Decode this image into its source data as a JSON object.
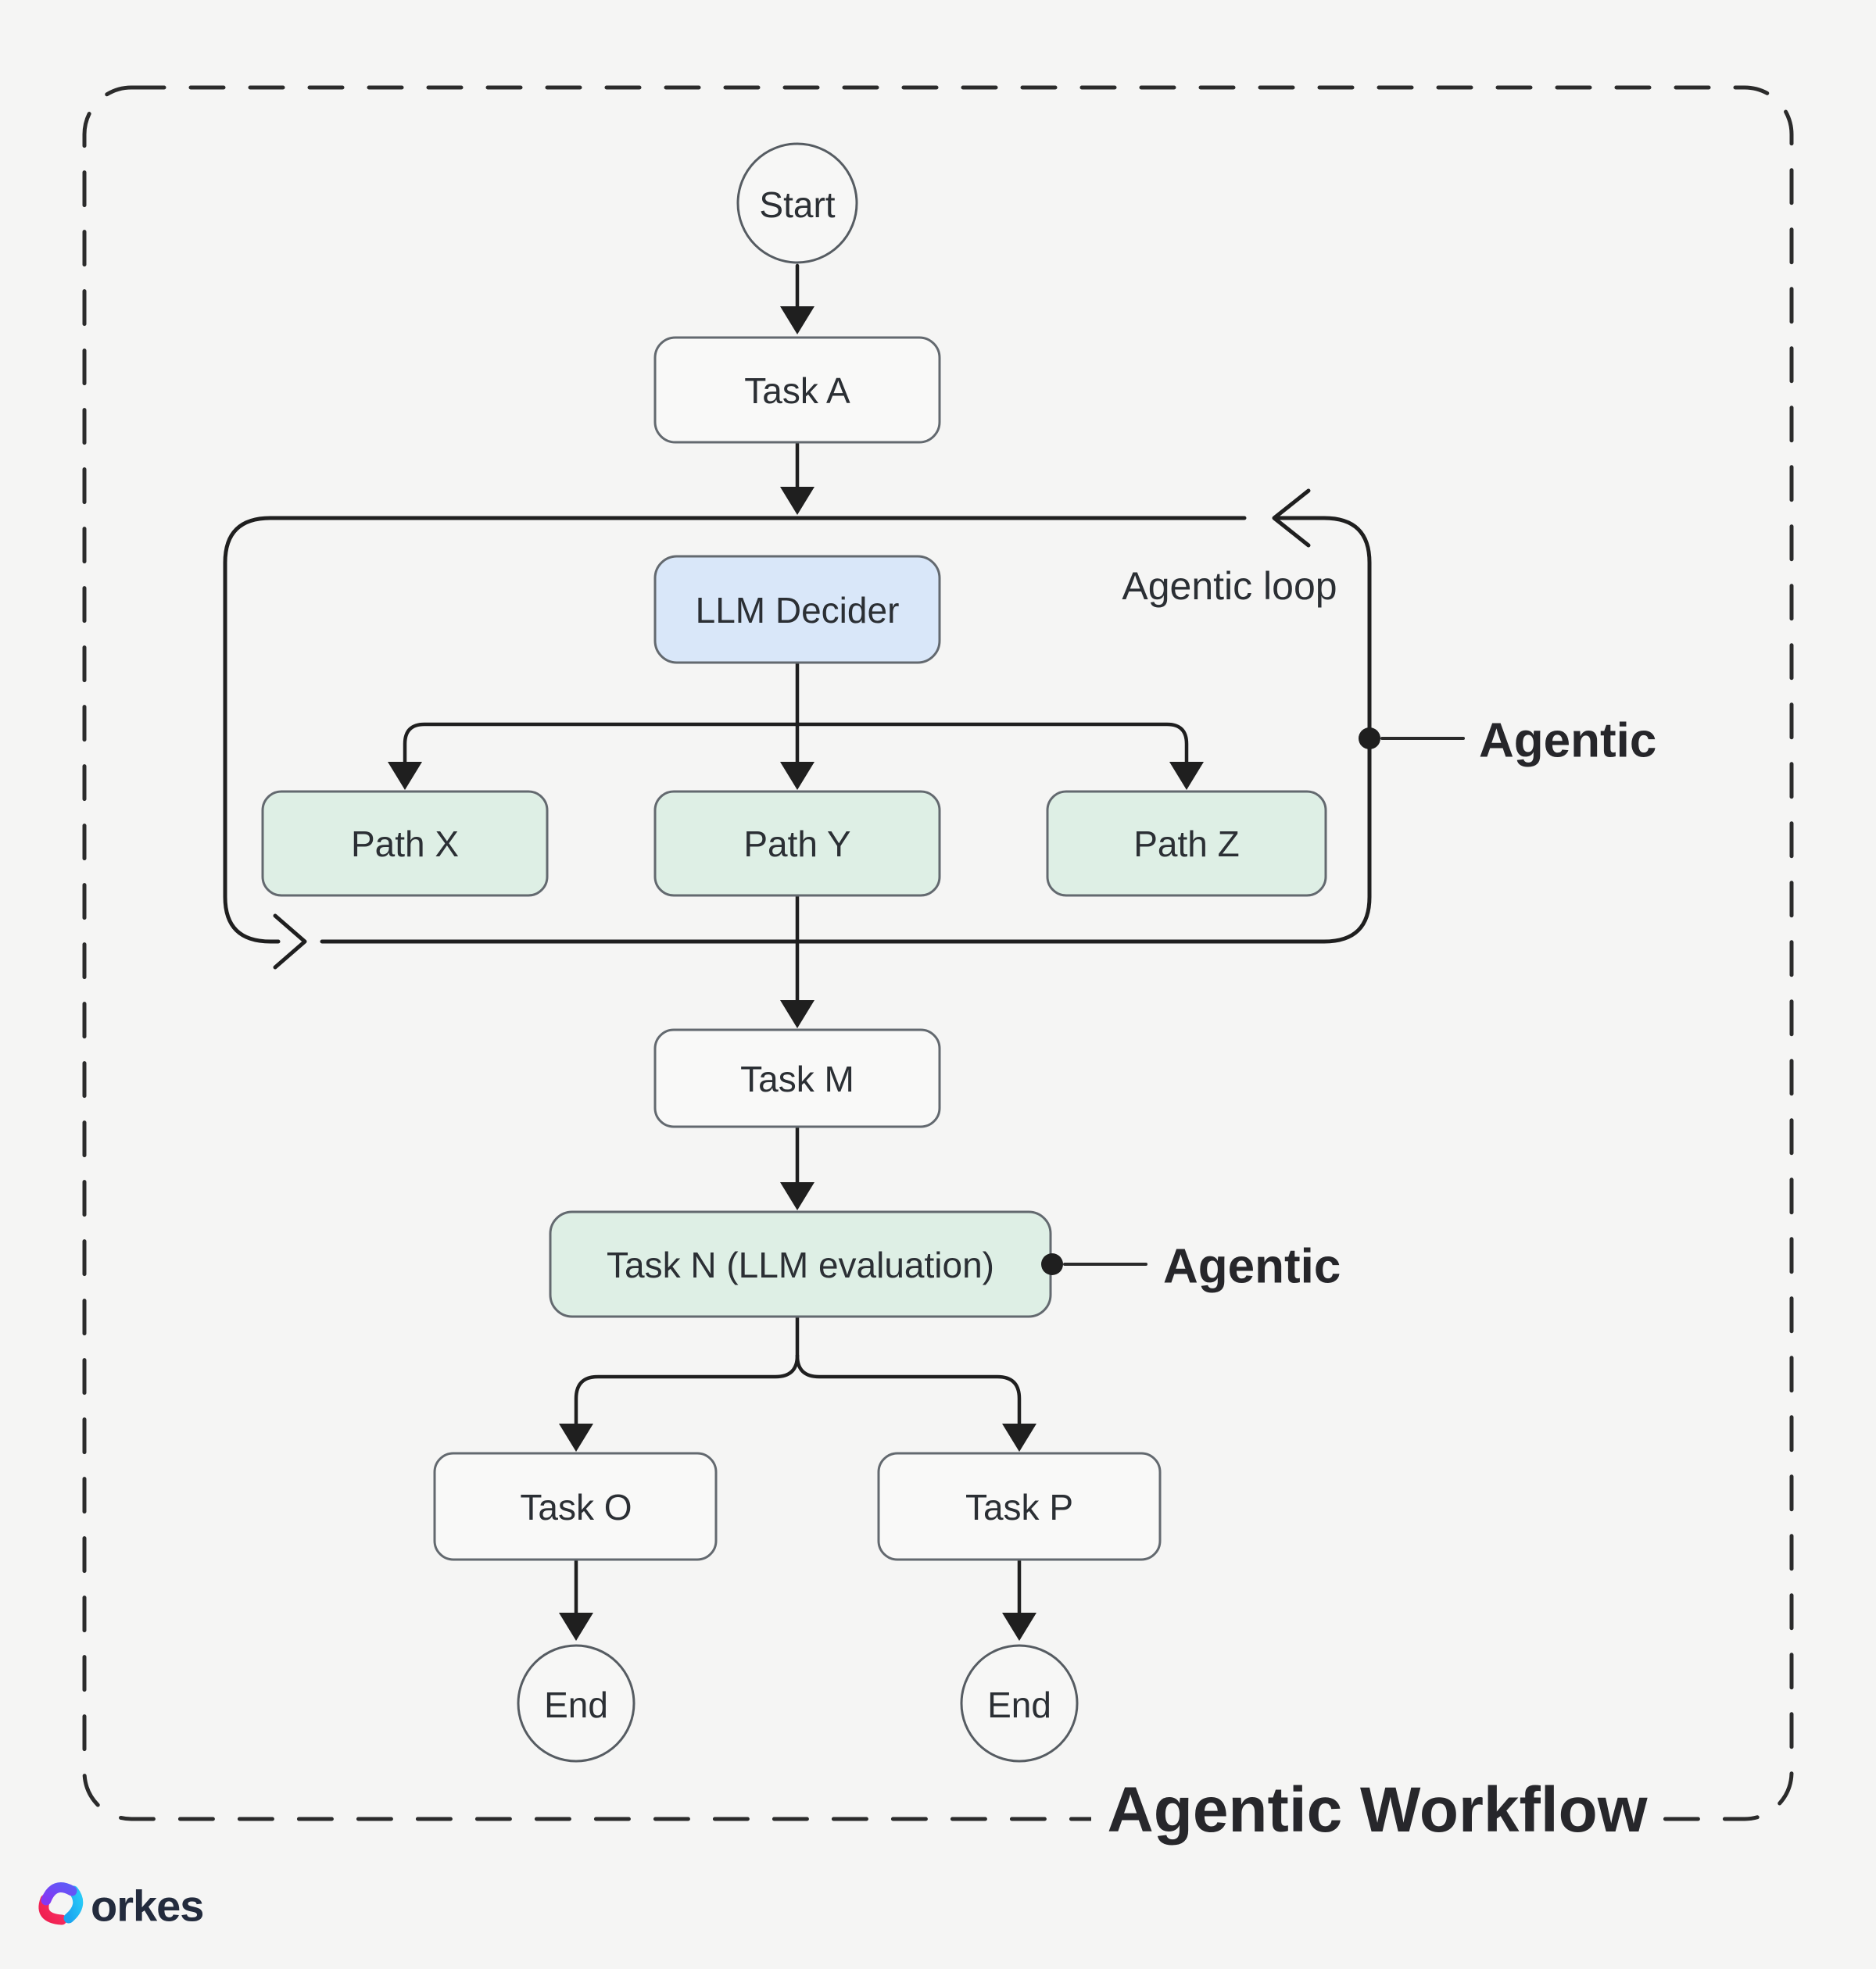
{
  "figure": {
    "title": "Agentic Workflow",
    "brand": "orkes",
    "annotations": {
      "loop_label": "Agentic loop",
      "loop_callout": "Agentic",
      "evaluation_callout": "Agentic"
    },
    "nodes": {
      "start": {
        "label": "Start",
        "kind": "terminal"
      },
      "task_a": {
        "label": "Task A",
        "kind": "task"
      },
      "llm_decider": {
        "label": "LLM Decider",
        "kind": "llm-decision"
      },
      "path_x": {
        "label": "Path X",
        "kind": "agentic-path"
      },
      "path_y": {
        "label": "Path Y",
        "kind": "agentic-path"
      },
      "path_z": {
        "label": "Path Z",
        "kind": "agentic-path"
      },
      "task_m": {
        "label": "Task M",
        "kind": "task"
      },
      "task_n": {
        "label": "Task N (LLM evaluation)",
        "kind": "agentic-task"
      },
      "task_o": {
        "label": "Task O",
        "kind": "task"
      },
      "task_p": {
        "label": "Task P",
        "kind": "task"
      },
      "end_left": {
        "label": "End",
        "kind": "terminal"
      },
      "end_right": {
        "label": "End",
        "kind": "terminal"
      }
    },
    "edges": [
      {
        "from": "Start",
        "to": "Task A"
      },
      {
        "from": "Task A",
        "to": "Agentic loop"
      },
      {
        "from": "LLM Decider",
        "to": "Path X"
      },
      {
        "from": "LLM Decider",
        "to": "Path Y"
      },
      {
        "from": "LLM Decider",
        "to": "Path Z"
      },
      {
        "from": "Agentic loop",
        "to": "Task M"
      },
      {
        "from": "Task M",
        "to": "Task N (LLM evaluation)"
      },
      {
        "from": "Task N (LLM evaluation)",
        "to": "Task O"
      },
      {
        "from": "Task N (LLM evaluation)",
        "to": "Task P"
      },
      {
        "from": "Task O",
        "to": "End"
      },
      {
        "from": "Task P",
        "to": "End"
      }
    ],
    "colors": {
      "background": "#f5f5f4",
      "node_fill": "#f9f9f8",
      "node_border": "#63696f",
      "decider_fill": "#d9e7f9",
      "agentic_fill": "#deefe5",
      "connector": "#1f1f1f",
      "text": "#2b2f34",
      "title": "#27272b",
      "brand_text": "#232b3d",
      "logo_purple": "#8636f3",
      "logo_indigo": "#5f5af7",
      "logo_pink": "#f52a5d",
      "logo_cyan": "#27c0f4"
    }
  }
}
